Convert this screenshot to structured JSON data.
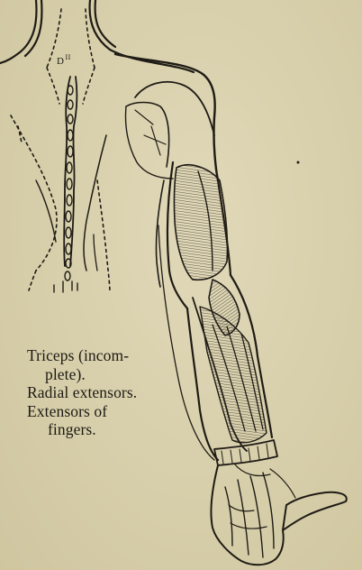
{
  "figure": {
    "segment_label": "D",
    "segment_number": "II",
    "caption_lines": [
      "Triceps (incom-",
      "plete).",
      "Radial extensors.",
      "Extensors of",
      "fingers."
    ]
  }
}
